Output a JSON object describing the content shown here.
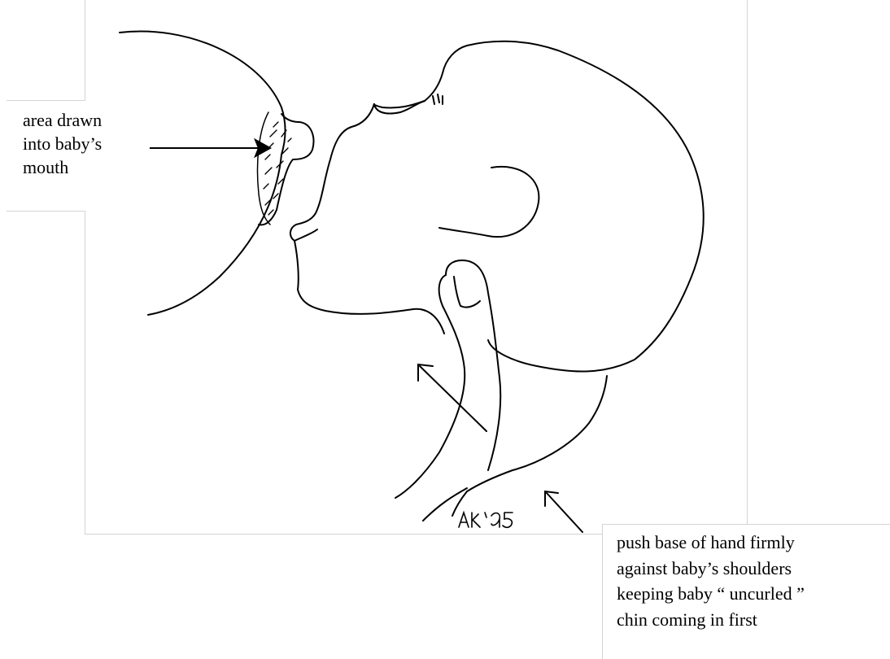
{
  "labels": {
    "mouth_area": {
      "lines": [
        "area drawn",
        "into baby’s",
        "mouth"
      ]
    },
    "hand_instruction": {
      "lines": [
        "push base of hand firmly",
        "against baby’s shoulders",
        "keeping baby “ uncurled ”",
        "chin coming in first"
      ]
    }
  },
  "illustration": {
    "subject": "baby latching at breast with supporting hand",
    "line_color": "#000000",
    "frame_color": "#d4d4d4",
    "handwritten_initials": "Ak '95"
  }
}
